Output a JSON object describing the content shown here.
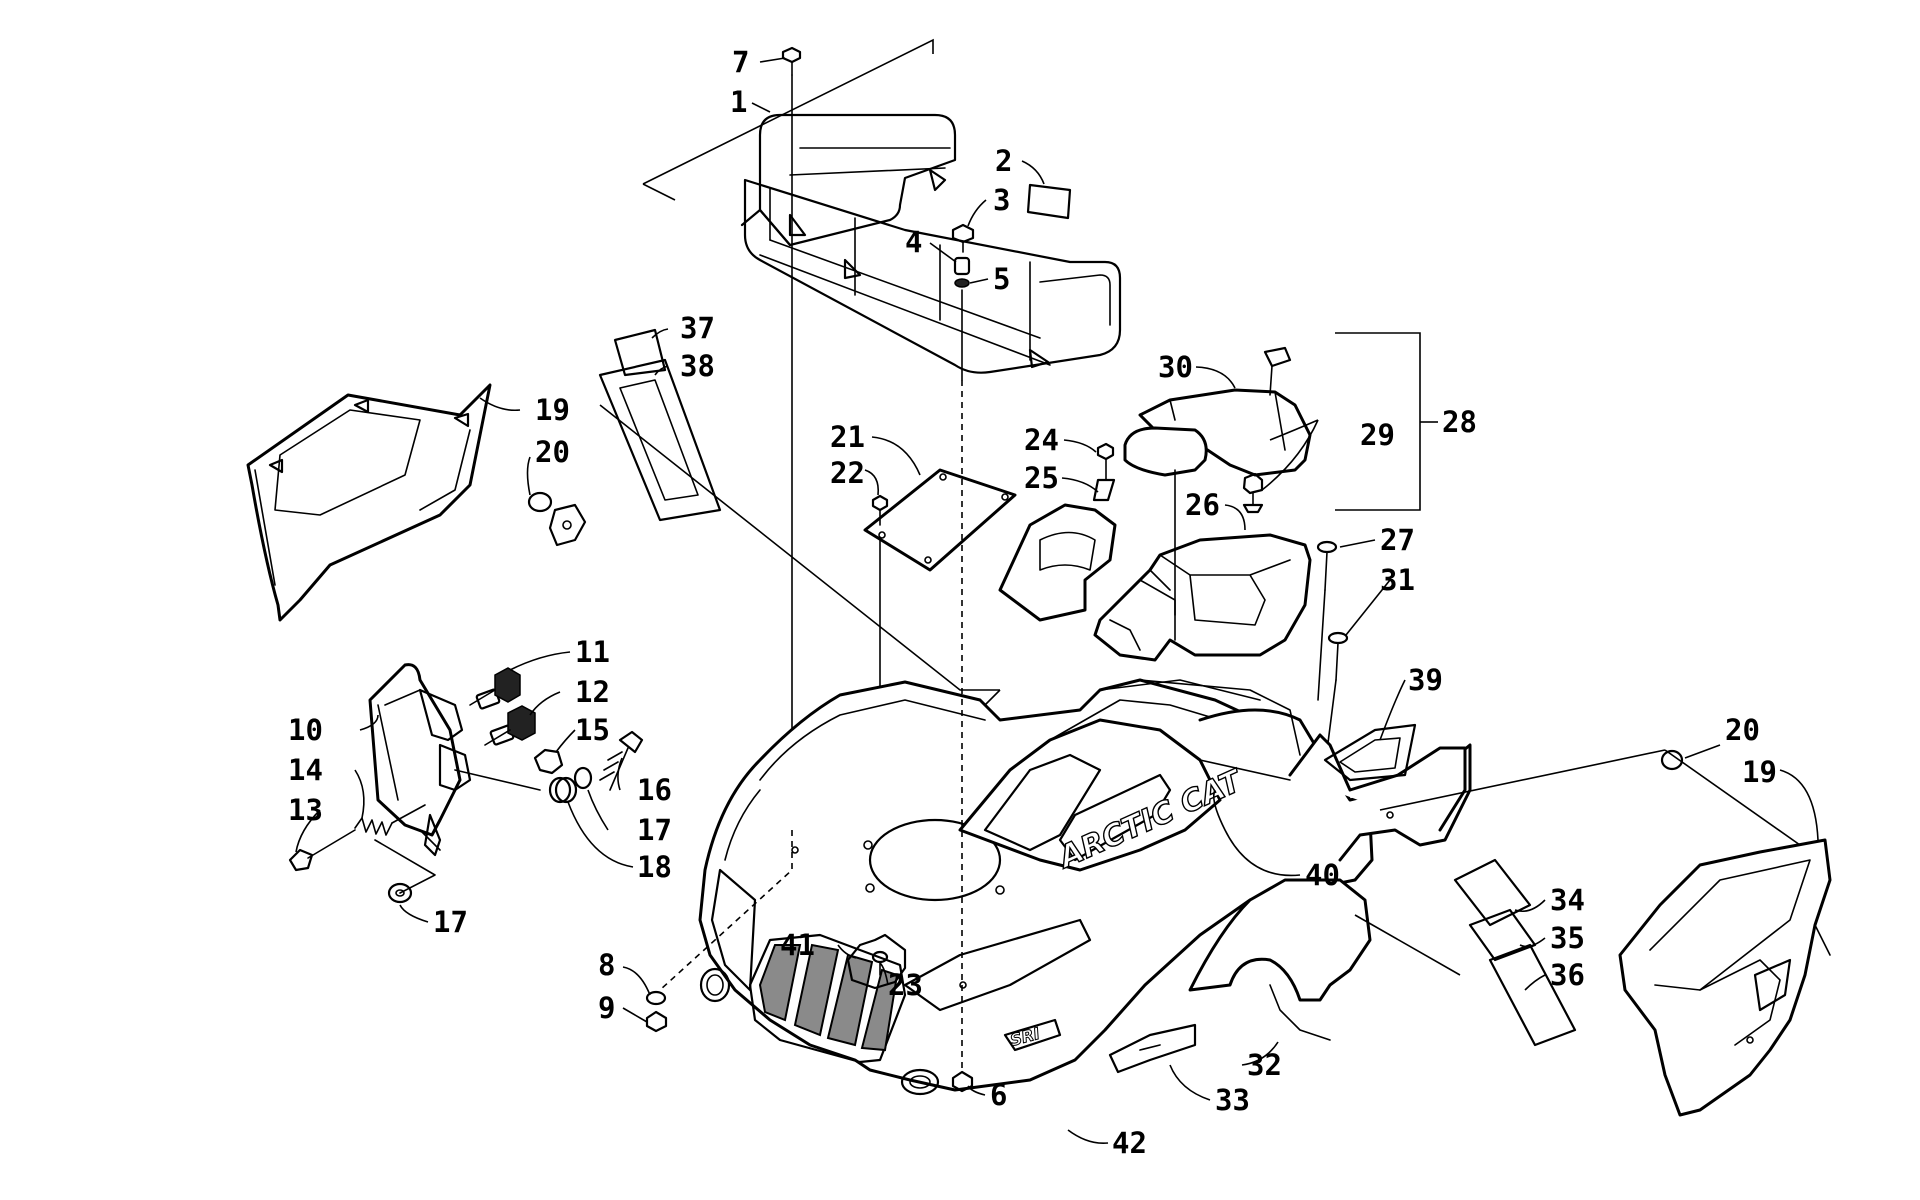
{
  "callouts": [
    {
      "id": "c7",
      "label": "7"
    },
    {
      "id": "c1",
      "label": "1"
    },
    {
      "id": "c2",
      "label": "2"
    },
    {
      "id": "c3",
      "label": "3"
    },
    {
      "id": "c4",
      "label": "4"
    },
    {
      "id": "c5",
      "label": "5"
    },
    {
      "id": "c37",
      "label": "37"
    },
    {
      "id": "c38",
      "label": "38"
    },
    {
      "id": "c19a",
      "label": "19"
    },
    {
      "id": "c20a",
      "label": "20"
    },
    {
      "id": "c21",
      "label": "21"
    },
    {
      "id": "c22",
      "label": "22"
    },
    {
      "id": "c24",
      "label": "24"
    },
    {
      "id": "c25",
      "label": "25"
    },
    {
      "id": "c30",
      "label": "30"
    },
    {
      "id": "c29",
      "label": "29"
    },
    {
      "id": "c28",
      "label": "28"
    },
    {
      "id": "c26",
      "label": "26"
    },
    {
      "id": "c27",
      "label": "27"
    },
    {
      "id": "c31",
      "label": "31"
    },
    {
      "id": "c11",
      "label": "11"
    },
    {
      "id": "c12",
      "label": "12"
    },
    {
      "id": "c10",
      "label": "10"
    },
    {
      "id": "c15",
      "label": "15"
    },
    {
      "id": "c14",
      "label": "14"
    },
    {
      "id": "c16",
      "label": "16"
    },
    {
      "id": "c13",
      "label": "13"
    },
    {
      "id": "c17a",
      "label": "17"
    },
    {
      "id": "c18",
      "label": "18"
    },
    {
      "id": "c17b",
      "label": "17"
    },
    {
      "id": "c39",
      "label": "39"
    },
    {
      "id": "c20b",
      "label": "20"
    },
    {
      "id": "c19b",
      "label": "19"
    },
    {
      "id": "c40",
      "label": "40"
    },
    {
      "id": "c34",
      "label": "34"
    },
    {
      "id": "c35",
      "label": "35"
    },
    {
      "id": "c36",
      "label": "36"
    },
    {
      "id": "c8",
      "label": "8"
    },
    {
      "id": "c41",
      "label": "41"
    },
    {
      "id": "c23",
      "label": "23"
    },
    {
      "id": "c9",
      "label": "9"
    },
    {
      "id": "c32",
      "label": "32"
    },
    {
      "id": "c6",
      "label": "6"
    },
    {
      "id": "c33",
      "label": "33"
    },
    {
      "id": "c42",
      "label": "42"
    }
  ],
  "decals": {
    "brand_logo": "ARCTIC CAT"
  },
  "colors": {
    "line": "#000000",
    "background": "#ffffff",
    "grille": "#8a8a8a"
  }
}
